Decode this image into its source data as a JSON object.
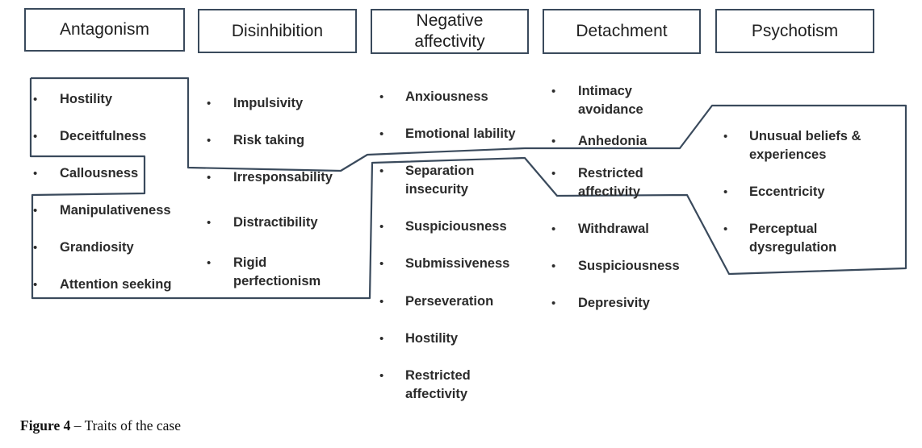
{
  "headers": [
    {
      "id": "antagonism",
      "lines": [
        "Antagonism"
      ]
    },
    {
      "id": "disinhibition",
      "lines": [
        "Disinhibition"
      ]
    },
    {
      "id": "negative-affectivity",
      "lines": [
        "Negative",
        "affectivity"
      ]
    },
    {
      "id": "detachment",
      "lines": [
        "Detachment"
      ]
    },
    {
      "id": "psychotism",
      "lines": [
        "Psychotism"
      ]
    }
  ],
  "columns": [
    {
      "id": "antagonism",
      "items": [
        [
          "Hostility"
        ],
        [
          "Deceitfulness"
        ],
        [
          "Callousness"
        ],
        [
          "Manipulativeness"
        ],
        [
          "Grandiosity"
        ],
        [
          "Attention seeking"
        ]
      ]
    },
    {
      "id": "disinhibition",
      "items": [
        [
          "Impulsivity"
        ],
        [
          "Risk taking"
        ],
        [
          "Irresponsability"
        ],
        [
          "Distractibility"
        ],
        [
          "Rigid",
          "perfectionism"
        ]
      ]
    },
    {
      "id": "negative-affectivity",
      "items": [
        [
          "Anxiousness"
        ],
        [
          "Emotional lability"
        ],
        [
          "Separation",
          "insecurity"
        ],
        [
          "Suspiciousness"
        ],
        [
          "Submissiveness"
        ],
        [
          "Perseveration"
        ],
        [
          "Hostility"
        ],
        [
          "Restricted",
          "affectivity"
        ]
      ]
    },
    {
      "id": "detachment",
      "items": [
        [
          "Intimacy",
          "avoidance"
        ],
        [
          "Anhedonia"
        ],
        [
          "Restricted",
          "affectivity"
        ],
        [
          "Withdrawal"
        ],
        [
          "Suspiciousness"
        ],
        [
          "Depresivity"
        ]
      ]
    },
    {
      "id": "psychotism",
      "items": [
        [
          "Unusual beliefs &",
          "experiences"
        ],
        [
          "Eccentricity"
        ],
        [
          "Perceptual",
          "dysregulation"
        ]
      ]
    }
  ],
  "caption": {
    "label": "Figure 4",
    "separator": " – ",
    "text": "Traits of the case"
  },
  "colors": {
    "outline": "#3a4a5c",
    "text": "#2b2b2b"
  }
}
